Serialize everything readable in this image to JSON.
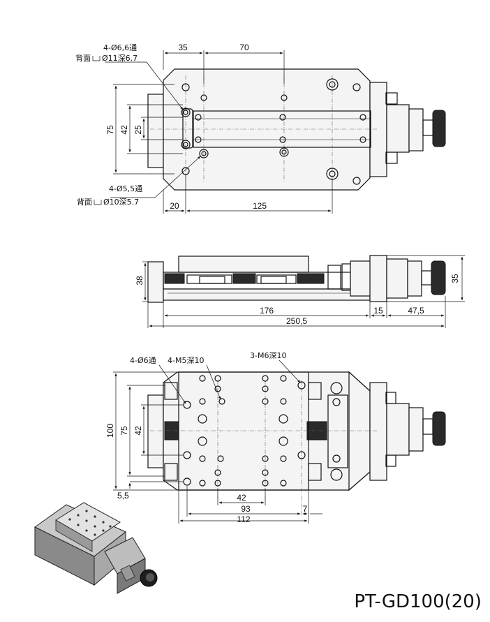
{
  "model": "PT-GD100(20)",
  "top_view": {
    "dims": {
      "d35": "35",
      "d70": "70",
      "d75": "75",
      "d42": "42",
      "d25": "25",
      "d20": "20",
      "d125": "125"
    },
    "callouts": {
      "upper_line1": "4-Ø6,6通",
      "upper_line2_prefix": "背面",
      "upper_line2": "Ø11深6.7",
      "lower_line1": "4-Ø5,5通",
      "lower_line2_prefix": "背面",
      "lower_line2": "Ø10深5.7"
    }
  },
  "side_view": {
    "dims": {
      "d38": "38",
      "d35": "35",
      "d176": "176",
      "d15": "15",
      "d47_5": "47,5",
      "d250_5": "250,5"
    }
  },
  "bottom_view": {
    "dims": {
      "d100": "100",
      "d75": "75",
      "d42v": "42",
      "d5_5": "5,5",
      "d42h": "42",
      "d93": "93",
      "d7": "7",
      "d112": "112"
    },
    "callouts": {
      "c1": "4-Ø6通",
      "c2": "4-M5深10",
      "c3": "3-M6深10"
    }
  }
}
